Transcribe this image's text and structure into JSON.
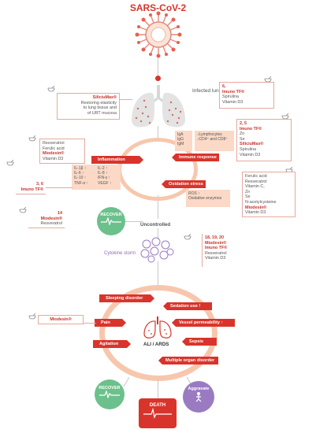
{
  "title": "SARS-CoV-2",
  "infected_lungs": "Infected lungs",
  "siliciumax_box": {
    "name": "SiliciuMax®",
    "lines": [
      "Restoring elasticity",
      "to lung tissue and",
      "of URT mucosa"
    ]
  },
  "box_6": {
    "num": "6,",
    "name": "Imuno TF®",
    "lines": [
      "Spirulina",
      "Vitamin D3"
    ]
  },
  "box_2_5": {
    "num": "2, 5",
    "name": "Imuno TF®",
    "lines": [
      "Zn",
      "Se"
    ],
    "name2": "SiliciuMax®",
    "lines2": [
      "Spirulina",
      "Vitamin D3"
    ]
  },
  "box_resveratrol": {
    "lines": [
      "Resveratrol",
      "Ferulic acid"
    ],
    "name": "Miodesin®",
    "last": "Vitamin D3"
  },
  "inflammation": "Inflammation",
  "immune_response": "Immune response",
  "oxidation_stress": "Oxidation stress",
  "cytokines_left": [
    "IL-1β ↑",
    "IL-6 ↑",
    "IL-10 ↑",
    "TNF-α ↑"
  ],
  "cytokines_right": [
    "IL-2 ↑",
    "IL-8 ↑",
    "IFN-γ ↑",
    "VEGF ↑"
  ],
  "antibodies": [
    "IgA",
    "IgG",
    "IgM"
  ],
  "lymphocytes": [
    "↓Lymphocytes",
    "↓CD4⁺ and CD8⁺"
  ],
  "ros": [
    "ROS ↑",
    "Oxidative enzymes"
  ],
  "box_3_6": {
    "num": "3, 6",
    "name": "Imuno TF®"
  },
  "box_14": {
    "num": "14",
    "name": "Miodesin®",
    "last": "Resveratrol"
  },
  "box_ferulic": {
    "lines": [
      "Ferulic acid",
      "Resveratrol",
      "Vitamin C,",
      "Zn",
      "Se",
      "N-acetylcysteine"
    ],
    "name": "Miodesin®",
    "last": "Vitamin D3"
  },
  "recover": "RECOVER",
  "uncontrolled": "Uncontrolled",
  "cytokine_storm": "Cytokine storm",
  "box_18": {
    "num": "18, 19, 20",
    "name": "Miodesin®",
    "name2": "Imuno TF®",
    "lines": [
      "Resveratrol",
      "Vitamin D3"
    ]
  },
  "sleeping_disorder": "Sleeping disorder",
  "sedation_use": "Sedation use !",
  "pain": "Pain",
  "vessel_permeability": "Vessel permeability ↑",
  "agitation": "Agitation",
  "sepsis": "Sepsis",
  "multiple_organ": "Multiple organ disorder",
  "miodesin_pain": "Miodesin®",
  "ali_ards": "ALI / ARDS",
  "recover2": "RECOVER",
  "aggravate": "Aggravate",
  "death": "DEATH",
  "colors": {
    "red": "#d9342b",
    "green": "#6cc08b",
    "purple": "#9a7bc2",
    "peach": "#fbd9c6",
    "ring": "#f7c7ad"
  }
}
